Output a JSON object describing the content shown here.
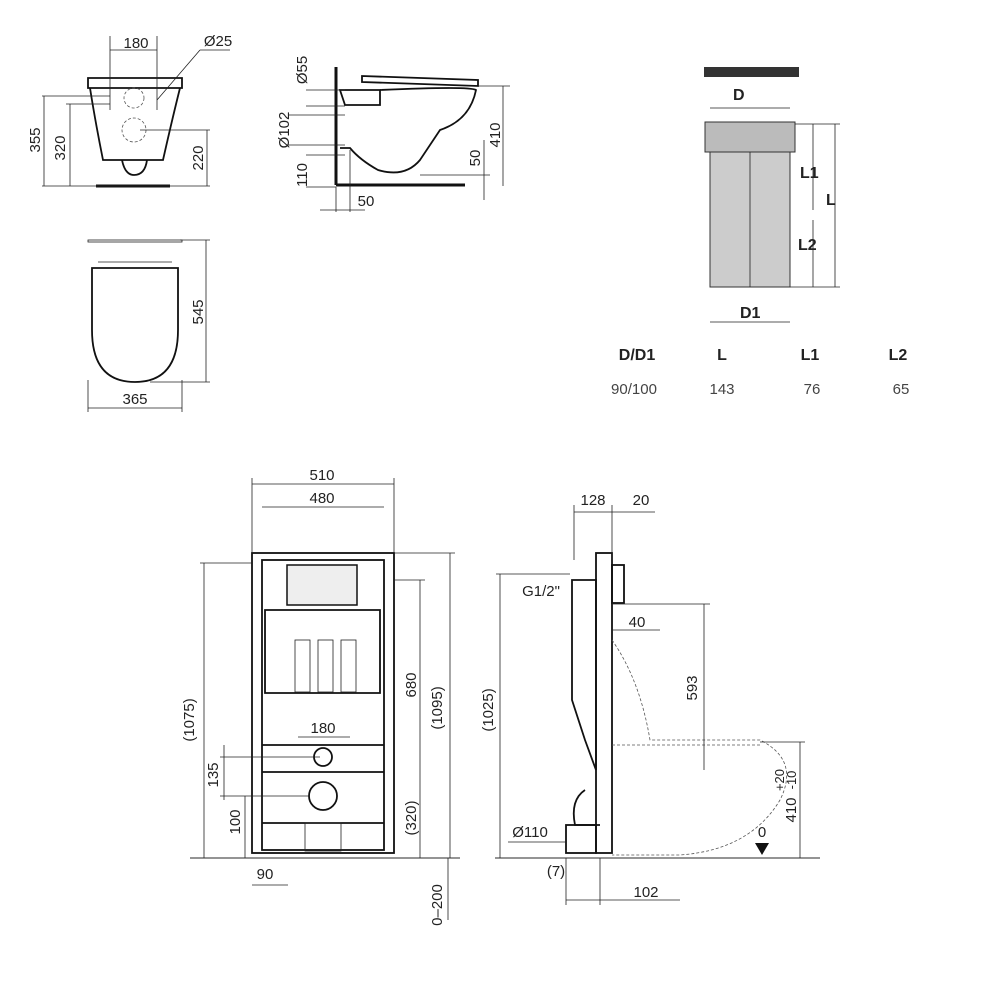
{
  "front_view": {
    "width_180": "180",
    "hole_dia": "Ø25",
    "h_355": "355",
    "h_320": "320",
    "h_220": "220"
  },
  "side_view": {
    "dia_55": "Ø55",
    "dia_102": "Ø102",
    "h_110": "110",
    "w_50": "50",
    "h_410": "410",
    "h_50": "50"
  },
  "top_view": {
    "length": "545",
    "width": "365"
  },
  "pipe": {
    "label_D": "D",
    "label_D1": "D1",
    "label_L": "L",
    "label_L1": "L1",
    "label_L2": "L2"
  },
  "pipe_table": {
    "headers": [
      "D/D1",
      "L",
      "L1",
      "L2"
    ],
    "values": [
      "90/100",
      "143",
      "76",
      "65"
    ]
  },
  "frame_front": {
    "w_510": "510",
    "w_480": "480",
    "h_1075": "(1075)",
    "h_680": "680",
    "h_1095": "(1095)",
    "w_180": "180",
    "h_135": "135",
    "h_100": "100",
    "h_320": "(320)",
    "w_90": "90",
    "adj": "0–200"
  },
  "frame_side": {
    "d_128": "128",
    "d_20": "20",
    "thread": "G1/2\"",
    "h_1025": "(1025)",
    "d_40": "40",
    "h_593": "593",
    "h_410": "410",
    "tol_plus": "+20",
    "tol_minus": "-10",
    "dia_110": "Ø110",
    "floor_0": "0",
    "d_7": "(7)",
    "d_102": "102"
  }
}
